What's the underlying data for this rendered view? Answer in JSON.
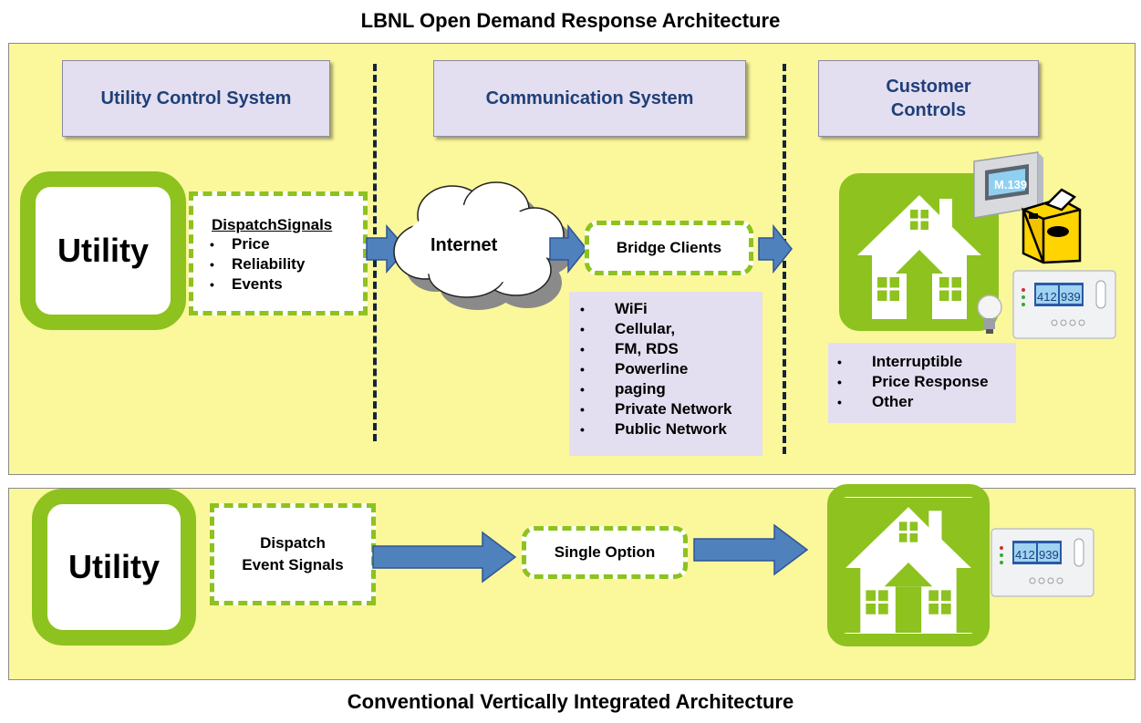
{
  "title_top": "LBNL Open Demand Response Architecture",
  "title_bottom": "Conventional Vertically Integrated Architecture",
  "top": {
    "headers": {
      "utility_control": "Utility Control System",
      "communication": "Communication System",
      "customer_line1": "Customer",
      "customer_line2": "Controls"
    },
    "utility_label": "Utility",
    "dispatch_title": "DispatchSignals",
    "dispatch_items": [
      "Price",
      "Reliability",
      "Events"
    ],
    "internet_label": "Internet",
    "bridge_label": "Bridge Clients",
    "comm_items": [
      "WiFi",
      "Cellular,",
      "FM, RDS",
      "Powerline",
      "paging",
      "Private Network",
      "Public Network"
    ],
    "customer_items": [
      "Interruptible",
      "Price Response",
      "Other"
    ]
  },
  "bottom": {
    "utility_label": "Utility",
    "dispatch_line1": "Dispatch",
    "dispatch_line2": "Event Signals",
    "single_option": "Single Option"
  },
  "thermostat_readout": [
    "412",
    "939"
  ],
  "meter_readout": "M.139",
  "colors": {
    "green": "#8dc21f",
    "arrow_blue": "#4f81bd",
    "panel": "#fbf79b",
    "box_lavender": "#e3dff0",
    "header_text": "#1f3f78"
  }
}
